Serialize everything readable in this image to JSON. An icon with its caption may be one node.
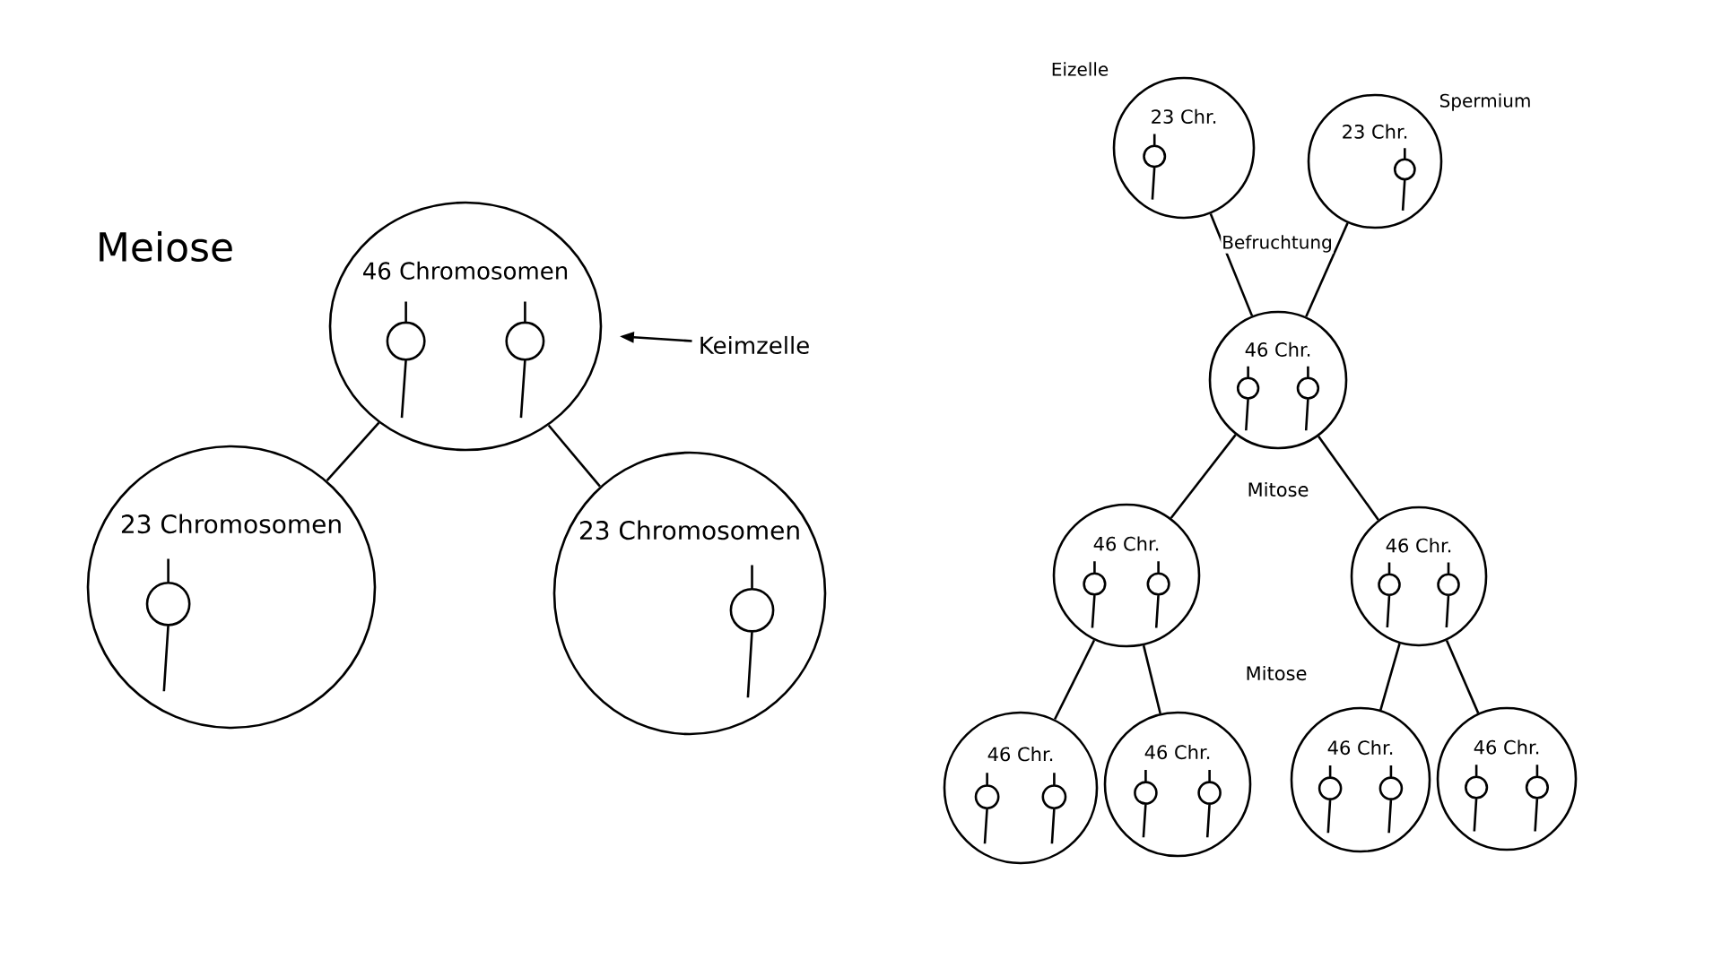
{
  "diagram": {
    "nodes": [
      {
        "text": [
          "46 Chromosomen"
        ]
      },
      {
        "text": [
          "23 Chromosomen"
        ]
      },
      {
        "text": [
          "23 Chromosomen"
        ]
      },
      {
        "text": [
          "Keimzelle"
        ]
      },
      {
        "text": [
          "23 Chr."
        ],
        "beside": [
          "Eizelle"
        ]
      },
      {
        "text": [
          "23 Chr."
        ],
        "beside": [
          "Spermium"
        ]
      },
      {
        "text": [
          "46 Chr."
        ]
      },
      {
        "text": [
          "46 Chr."
        ]
      },
      {
        "text": [
          "46 Chr."
        ]
      },
      {
        "text": [
          "46 Chr."
        ]
      },
      {
        "text": [
          "46 Chr."
        ]
      },
      {
        "text": [
          "46 Chr."
        ]
      },
      {
        "text": [
          "46 Chr."
        ]
      }
    ],
    "edges": [
      {
        "from": 0,
        "to": 1,
        "arrow": "none"
      },
      {
        "from": 0,
        "to": 2,
        "arrow": "none"
      },
      {
        "from": 3,
        "to": 0,
        "arrow": "to"
      },
      {
        "from": 4,
        "to": 6,
        "arrow": "none"
      },
      {
        "from": 5,
        "to": 6,
        "arrow": "none"
      },
      {
        "from": 6,
        "to": 7,
        "arrow": "none"
      },
      {
        "from": 6,
        "to": 8,
        "arrow": "none"
      },
      {
        "from": 7,
        "to": 9,
        "arrow": "none"
      },
      {
        "from": 7,
        "to": 10,
        "arrow": "none"
      },
      {
        "from": 8,
        "to": 11,
        "arrow": "none"
      },
      {
        "from": 8,
        "to": 12,
        "arrow": "none"
      }
    ],
    "labels": [
      "Meiose",
      "Befruchtung",
      "Mitose",
      "Mitose"
    ]
  }
}
